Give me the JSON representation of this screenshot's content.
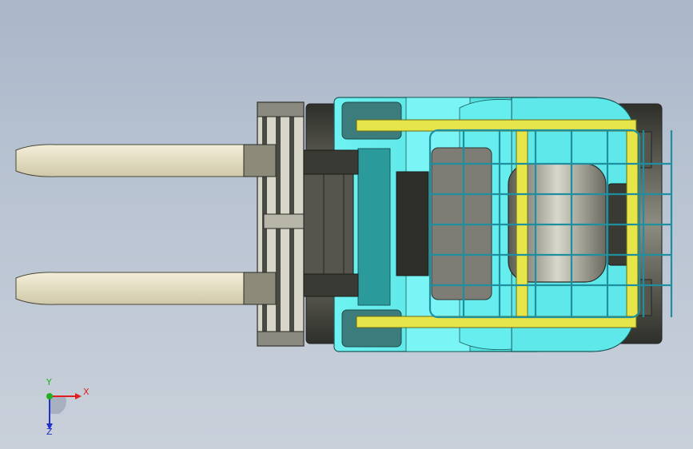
{
  "viewport": {
    "colors": {
      "background_top": "#aab7c9",
      "background_bottom": "#c9d0da",
      "body_cyan": "#69f0f0",
      "frame_yellow": "#e6e64a",
      "cage_teal": "#2aa8b8",
      "tire_dark": "#3b3b35",
      "fork_ivory": "#e8e2c6",
      "seat_gray": "#9a9a90"
    }
  },
  "triad": {
    "x_label": "X",
    "y_label": "Y",
    "z_label": "Z",
    "x_color": "#e02020",
    "y_color": "#20b020",
    "z_color": "#2030c8"
  }
}
